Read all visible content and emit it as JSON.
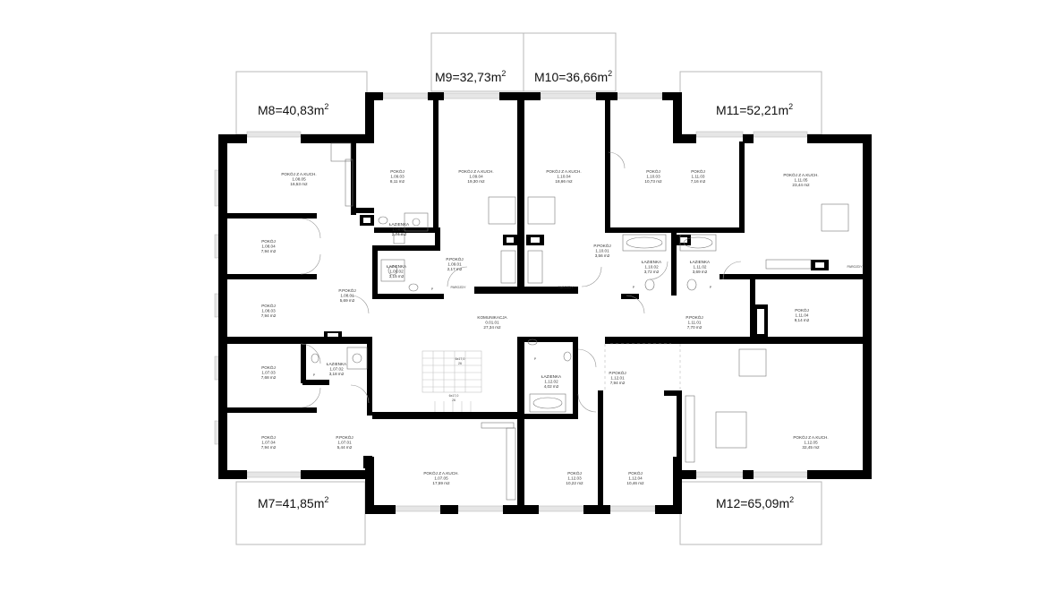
{
  "units": [
    {
      "id": "M7",
      "value": "41,85",
      "unit": "m",
      "sup": "2"
    },
    {
      "id": "M8",
      "value": "40,83",
      "unit": "m",
      "sup": "2"
    },
    {
      "id": "M9",
      "value": "32,73",
      "unit": "m",
      "sup": "2"
    },
    {
      "id": "M10",
      "value": "36,66",
      "unit": "m",
      "sup": "2"
    },
    {
      "id": "M11",
      "value": "52,21",
      "unit": "m",
      "sup": "2"
    },
    {
      "id": "M12",
      "value": "65,09",
      "unit": "m",
      "sup": "2"
    }
  ],
  "rooms": [
    {
      "name": "POKÓJ Z A.KUCH.",
      "code": "1.08.05",
      "area": "16,53 m2"
    },
    {
      "name": "POKÓJ",
      "code": "1.08.04",
      "area": "7,94 m2"
    },
    {
      "name": "POKÓJ",
      "code": "1.08.03",
      "area": "7,94 m2"
    },
    {
      "name": "P.POKÓJ",
      "code": "1.08.01",
      "area": "5,69 m2"
    },
    {
      "name": "ŁAZIENKA",
      "code": "1.08.02",
      "area": "2,74 m2"
    },
    {
      "name": "POKÓJ",
      "code": "1.09.03",
      "area": "8,11 m2"
    },
    {
      "name": "POKÓJ Z A.KUCH.",
      "code": "1.09.04",
      "area": "19,30 m2"
    },
    {
      "name": "ŁAZIENKA",
      "code": "1.09.02",
      "area": "3,15 m2"
    },
    {
      "name": "P.POKÓJ",
      "code": "1.09.01",
      "area": "2,17 m2"
    },
    {
      "name": "POKÓJ Z A.KUCH.",
      "code": "1.10.04",
      "area": "18,66 m2"
    },
    {
      "name": "POKÓJ",
      "code": "1.10.03",
      "area": "10,73 m2"
    },
    {
      "name": "P.POKÓJ",
      "code": "1.10.01",
      "area": "3,56 m2"
    },
    {
      "name": "ŁAZIENKA",
      "code": "1.10.02",
      "area": "3,72 m2"
    },
    {
      "name": "POKÓJ",
      "code": "1.11.03",
      "area": "7,16 m2"
    },
    {
      "name": "POKÓJ Z A.KUCH.",
      "code": "1.11.05",
      "area": "23,44 m2"
    },
    {
      "name": "ŁAZIENKA",
      "code": "1.11.02",
      "area": "3,69 m2"
    },
    {
      "name": "POKÓJ",
      "code": "1.11.04",
      "area": "9,14 m2"
    },
    {
      "name": "P.POKÓJ",
      "code": "1.11.01",
      "area": "7,70 m2"
    },
    {
      "name": "KOMUNIKACJA",
      "code": "0.01.01",
      "area": "27,34 m2"
    },
    {
      "name": "POKÓJ",
      "code": "1.07.03",
      "area": "7,68 m2"
    },
    {
      "name": "ŁAZIENKA",
      "code": "1.07.02",
      "area": "3,18 m2"
    },
    {
      "name": "POKÓJ",
      "code": "1.07.04",
      "area": "7,94 m2"
    },
    {
      "name": "P.POKÓJ",
      "code": "1.07.01",
      "area": "5,44 m2"
    },
    {
      "name": "POKÓJ Z A.KUCH.",
      "code": "1.07.05",
      "area": "17,59 m2"
    },
    {
      "name": "ŁAZIENKA",
      "code": "1.12.02",
      "area": "4,02 m2"
    },
    {
      "name": "P.POKÓJ",
      "code": "1.12.01",
      "area": "7,94 m2"
    },
    {
      "name": "POKÓJ",
      "code": "1.12.03",
      "area": "10,22 m2"
    },
    {
      "name": "POKÓJ",
      "code": "1.12.04",
      "area": "10,46 m2"
    },
    {
      "name": "POKÓJ Z A.KUCH.",
      "code": "1.12.05",
      "area": "32,45 m2"
    }
  ],
  "misc": {
    "stair_up": "6x17,0",
    "stair_up_n": "26",
    "stair_down": "6x17,0",
    "stair_down_n": "26",
    "tag": "P",
    "appliance": "PAROZDY"
  }
}
